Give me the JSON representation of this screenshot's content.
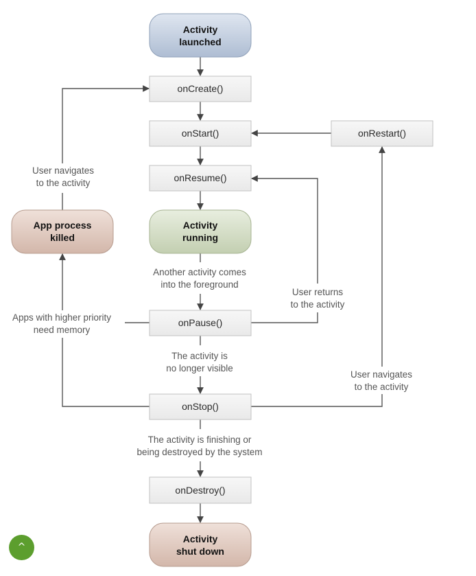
{
  "nodes": {
    "launched": {
      "line1": "Activity",
      "line2": "launched"
    },
    "on_create": "onCreate()",
    "on_start": "onStart()",
    "on_restart": "onRestart()",
    "on_resume": "onResume()",
    "running": {
      "line1": "Activity",
      "line2": "running"
    },
    "killed": {
      "line1": "App process",
      "line2": "killed"
    },
    "on_pause": "onPause()",
    "on_stop": "onStop()",
    "on_destroy": "onDestroy()",
    "shut_down": {
      "line1": "Activity",
      "line2": "shut down"
    }
  },
  "labels": {
    "navigates_left": {
      "line1": "User navigates",
      "line2": "to the activity"
    },
    "another_activity": {
      "line1": "Another activity comes",
      "line2": "into the foreground"
    },
    "user_returns": {
      "line1": "User returns",
      "line2": "to the activity"
    },
    "higher_priority": {
      "line1": "Apps with higher priority",
      "line2": "need memory"
    },
    "no_longer_visible": {
      "line1": "The activity is",
      "line2": "no longer visible"
    },
    "navigates_right": {
      "line1": "User navigates",
      "line2": "to the activity"
    },
    "finishing": {
      "line1": "The activity is finishing or",
      "line2": "being destroyed by the system"
    }
  },
  "colors": {
    "launched": "#c3cfdf",
    "running": "#d3dcc6",
    "killed": "#e0cbc2",
    "shut_down": "#e0cbc2",
    "method_box": "#f0f0f0",
    "scroll_button": "#5c9e2e"
  },
  "scroll_top": {
    "icon": "caret-up-icon",
    "glyph": "^"
  }
}
